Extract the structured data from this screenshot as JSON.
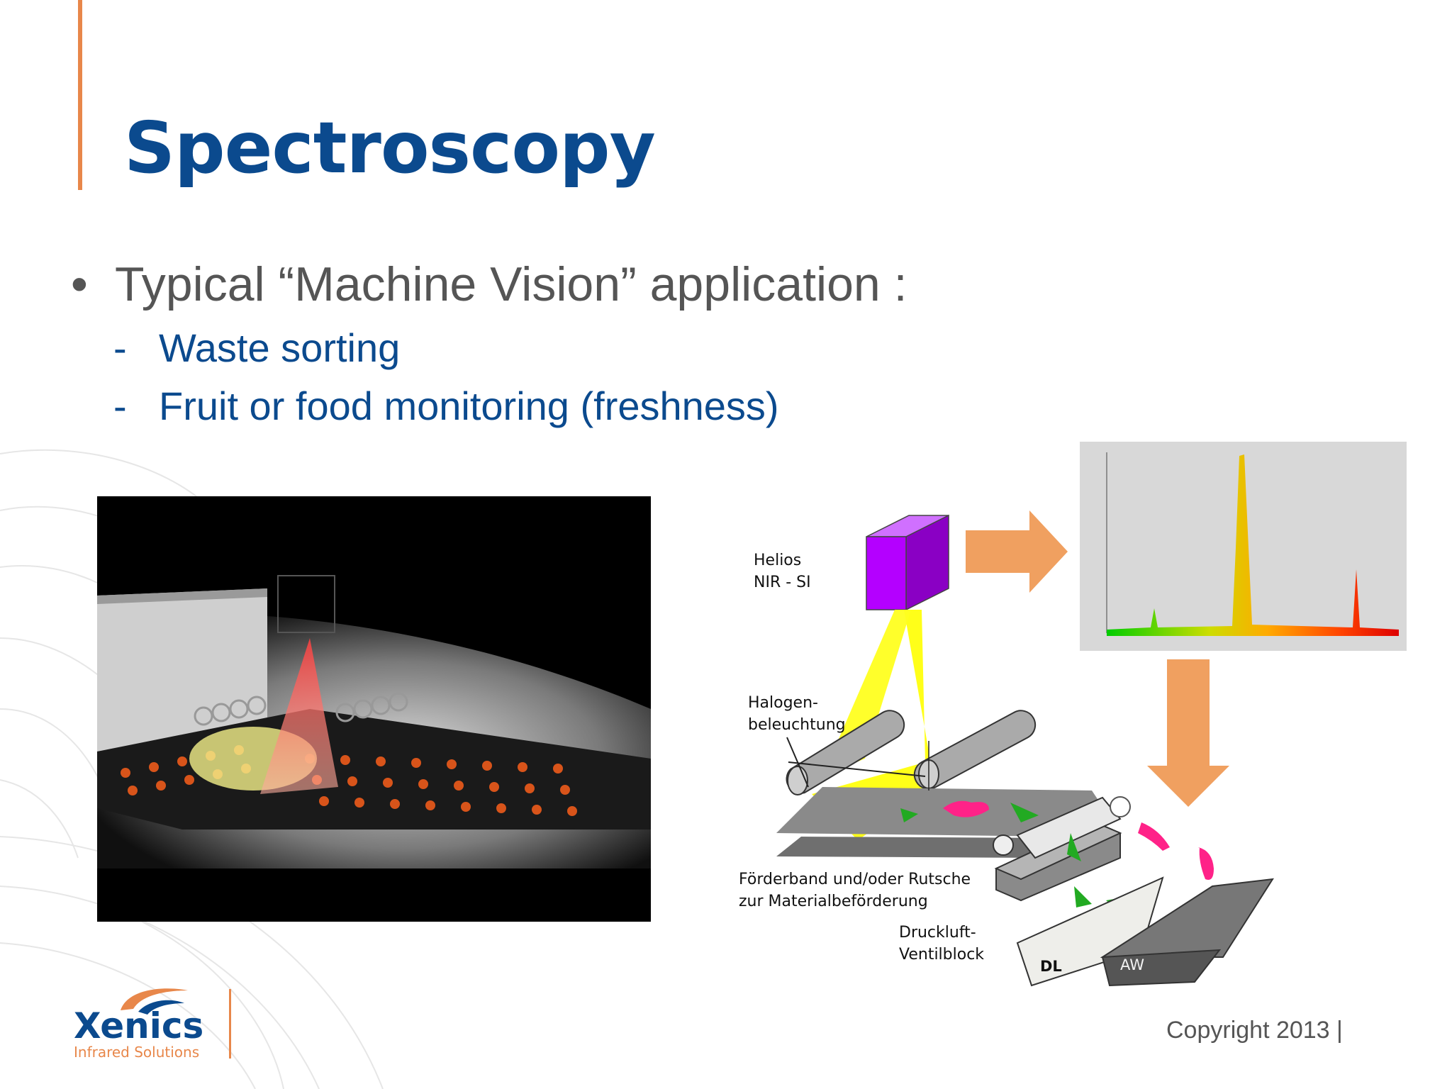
{
  "slide": {
    "title": "Spectroscopy",
    "bullet": {
      "marker": "•",
      "text": "Typical “Machine Vision” application :"
    },
    "subitems": [
      {
        "marker": "-",
        "text": "Waste sorting"
      },
      {
        "marker": "-",
        "text": "Fruit or food monitoring (freshness)"
      }
    ]
  },
  "diagram": {
    "camera_label": "Helios\nNIR - SI",
    "halogen_label": "Halogen-\nbeleuchtung",
    "conveyor_label": "Förderband und/oder Rutsche\nzur Materialbeförderung",
    "valve_label": "Druckluft-\nVentilblock",
    "bin_left": "DL",
    "bin_right": "AW"
  },
  "branding": {
    "logo_text": "Xenics",
    "logo_subtitle": "Infrared Solutions",
    "copyright": "Copyright 2013 |"
  },
  "colors": {
    "title_blue": "#0b4a8e",
    "accent_orange": "#e8874a",
    "arrow_orange": "#f0a060",
    "camera_purple": "#b400ff",
    "beam_yellow": "#ffff00",
    "text_gray": "#555555"
  }
}
